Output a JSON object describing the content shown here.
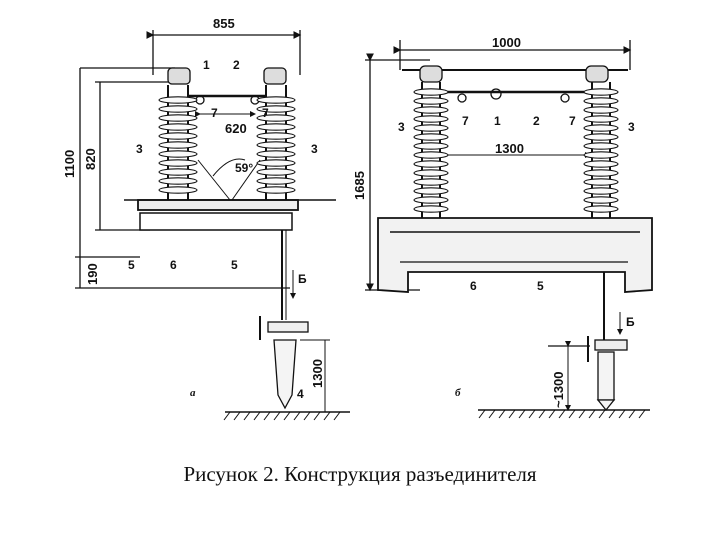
{
  "figure": {
    "caption": "Рисунок 2. Конструкция разъединителя",
    "diagram_a": {
      "sublabel": "а",
      "dimensions": [
        "855",
        "1100",
        "820",
        "190",
        "620",
        "1300",
        "59°"
      ],
      "part_labels": [
        "1",
        "2",
        "7",
        "7",
        "3",
        "3",
        "5",
        "6",
        "5",
        "4"
      ],
      "arrow_label": "Б"
    },
    "diagram_b": {
      "sublabel": "б",
      "dimensions": [
        "1000",
        "1300",
        "1685",
        "~1300"
      ],
      "part_labels": [
        "3",
        "7",
        "1",
        "2",
        "7",
        "3",
        "6",
        "5"
      ],
      "arrow_label": "Б"
    }
  },
  "colors": {
    "ink": "#111111",
    "background": "#ffffff"
  }
}
